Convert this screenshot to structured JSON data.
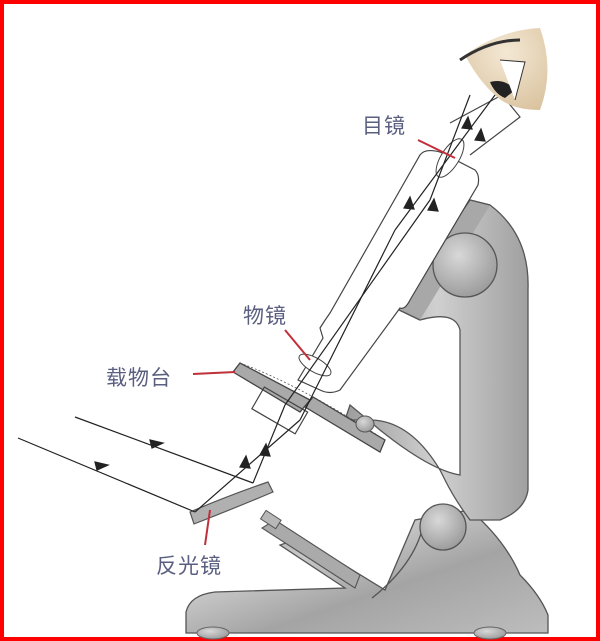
{
  "diagram": {
    "subject": "microscope optical path",
    "labels": {
      "eyepiece": "目镜",
      "objective": "物镜",
      "stage": "载物台",
      "mirror": "反光镜"
    },
    "colors": {
      "border": "#ff0000",
      "label_text": "#5a5f80",
      "leader_line": "#c0303a",
      "body_gray": "#b8b8b8",
      "outline": "#555555",
      "skin": "#e8d6b8"
    },
    "elements": [
      "eye",
      "eyepiece",
      "tube",
      "objective",
      "stage",
      "specimen slide",
      "mirror",
      "arm",
      "base",
      "light rays"
    ]
  }
}
